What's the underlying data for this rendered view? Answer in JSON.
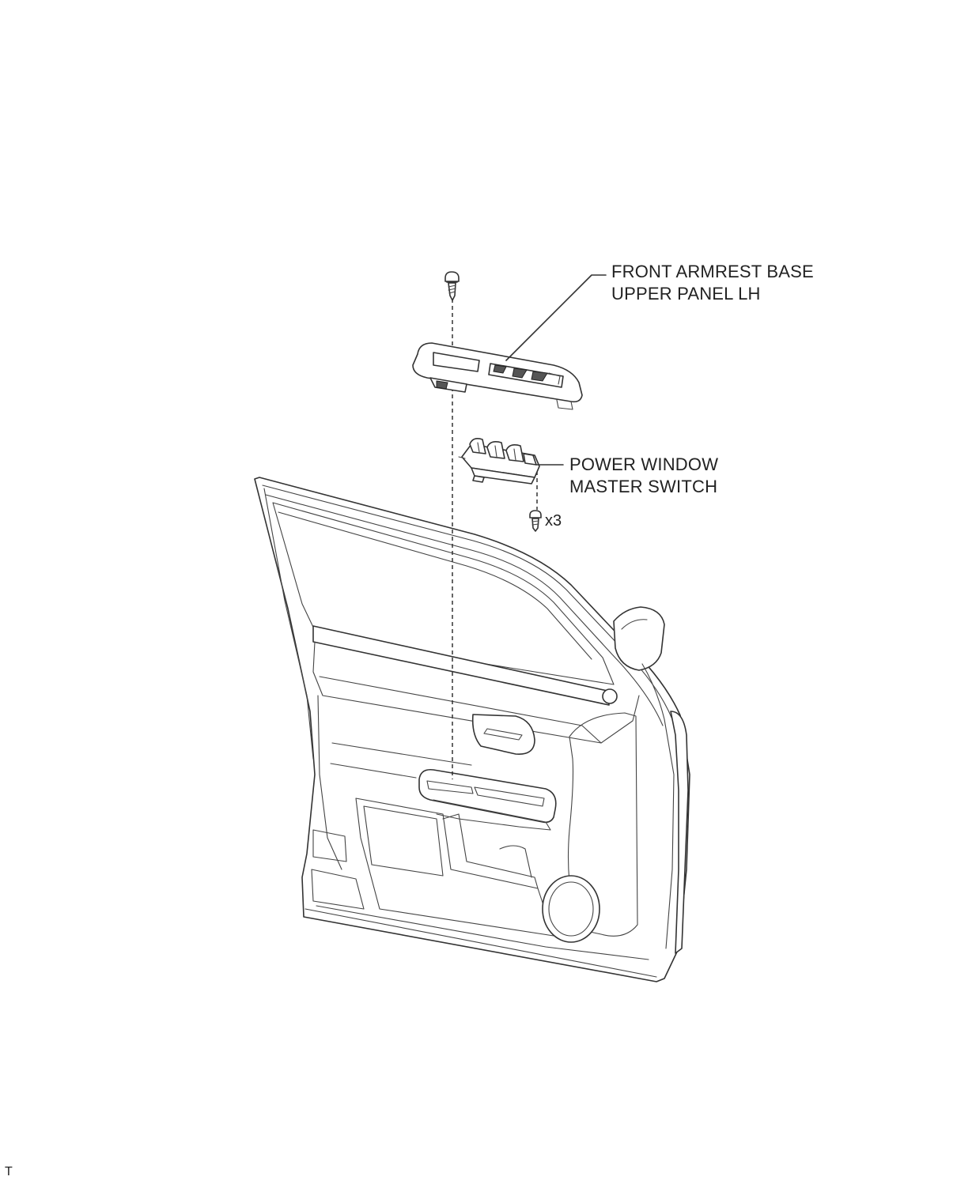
{
  "labels": {
    "armrest_panel": [
      "FRONT ARMREST BASE",
      "UPPER PANEL LH"
    ],
    "master_switch": [
      "POWER WINDOW",
      "MASTER SWITCH"
    ],
    "screw_quantity": "x3",
    "corner_mark": "T"
  },
  "parts": [
    {
      "name": "screw",
      "icon": "screw-icon"
    },
    {
      "name": "front-armrest-base-upper-panel-lh",
      "icon": "armrest-panel"
    },
    {
      "name": "power-window-master-switch",
      "icon": "switch-unit"
    },
    {
      "name": "screws",
      "icon": "screw-icon",
      "quantity": 3
    },
    {
      "name": "front-door-lh",
      "icon": "door-assembly"
    }
  ],
  "colors": {
    "line": "#333333",
    "background": "#ffffff"
  }
}
